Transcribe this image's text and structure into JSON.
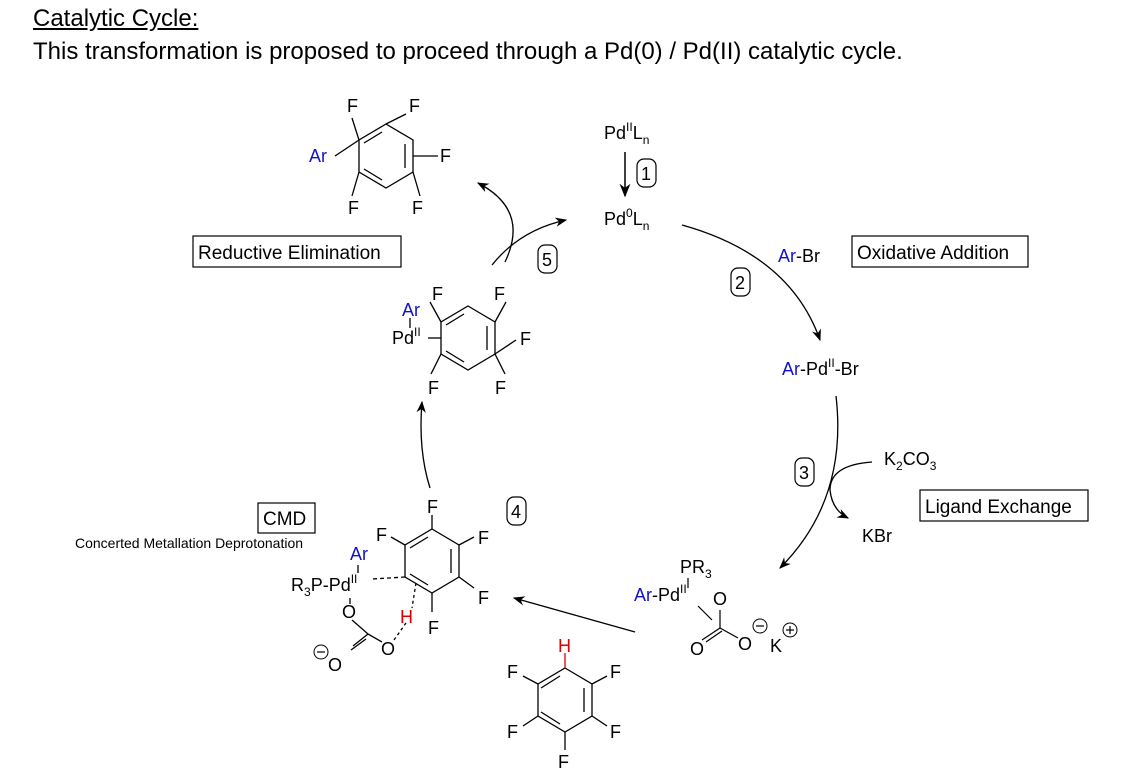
{
  "header": {
    "title": "Catalytic Cycle:",
    "subtitle": "This transformation is proposed to proceed through a Pd(0) / Pd(II) catalytic cycle."
  },
  "steps": {
    "s1": "1",
    "s2": "2",
    "s3": "3",
    "s4": "4",
    "s5": "5"
  },
  "labels": {
    "oxidative_addition": "Oxidative Addition",
    "reductive_elimination": "Reductive Elimination",
    "ligand_exchange": "Ligand Exchange",
    "cmd": "CMD",
    "cmd_full": "Concerted Metallation Deprotonation"
  },
  "species": {
    "ar": "Ar",
    "ar_br_reagent": "Ar",
    "br_suffix": "-Br",
    "pd_ii": "Pd",
    "pd_0": "Pd",
    "ligand": "L",
    "n": "n",
    "ox_ii": "II",
    "ox_0": "0",
    "ar_pd_br_ar": "Ar",
    "ar_pd_br_mid": "-Pd",
    "ar_pd_br_end": "-Br",
    "k2co3_k": "K",
    "k2co3_co": "CO",
    "two": "2",
    "three": "3",
    "kbr": "KBr",
    "pr3_p": "PR",
    "r3p": "R",
    "r3p_rest": "P-Pd",
    "k_plus": "K",
    "f": "F",
    "h": "H",
    "o": "O"
  }
}
